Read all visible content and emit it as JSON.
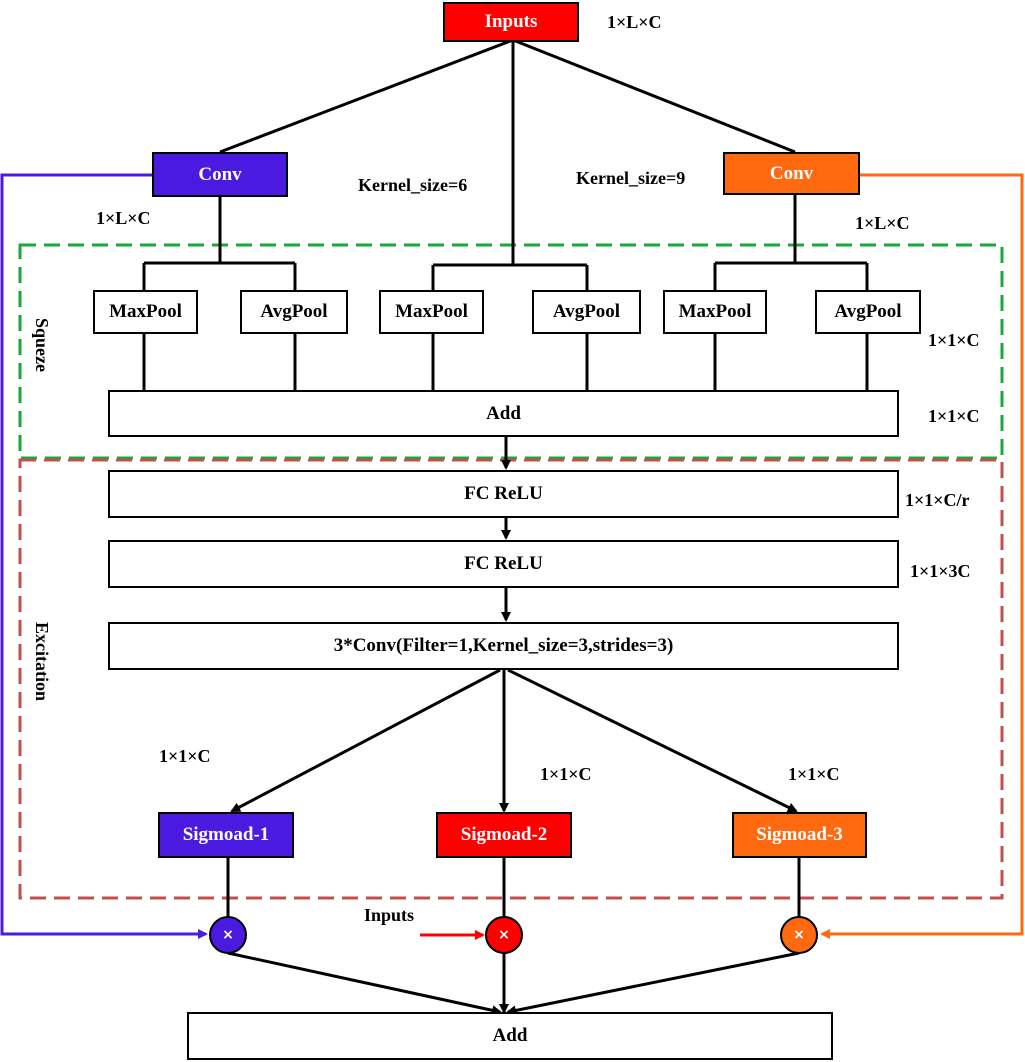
{
  "nodes": {
    "inputs_top": "Inputs",
    "conv_left": "Conv",
    "conv_right": "Conv",
    "maxpool_1": "MaxPool",
    "avgpool_1": "AvgPool",
    "maxpool_2": "MaxPool",
    "avgpool_2": "AvgPool",
    "maxpool_3": "MaxPool",
    "avgpool_3": "AvgPool",
    "add_squeeze": "Add",
    "fc_relu_1": "FC ReLU",
    "fc_relu_2": "FC ReLU",
    "conv3": "3*Conv(Filter=1,Kernel_size=3,strides=3)",
    "sigmoid_1": "Sigmoad-1",
    "sigmoid_2": "Sigmoad-2",
    "sigmoid_3": "Sigmoad-3",
    "add_final": "Add",
    "multiply_symbol": "×"
  },
  "labels": {
    "dim_inputs": "1×L×C",
    "dim_conv_left": "1×L×C",
    "dim_conv_right": "1×L×C",
    "kernel_6": "Kernel_size=6",
    "kernel_9": "Kernel_size=9",
    "dim_pool": "1×1×C",
    "dim_add": "1×1×C",
    "dim_fc1": "1×1×C/r",
    "dim_fc2": "1×1×3C",
    "dim_branch_1": "1×1×C",
    "dim_branch_2": "1×1×C",
    "dim_branch_3": "1×1×C",
    "inputs_side": "Inputs",
    "squeeze": "Squeze",
    "excitation": "Excitation"
  },
  "colors": {
    "red": "#ff0000",
    "purple": "#4b1ae0",
    "orange": "#ff6a10",
    "squeeze_border": "#1aa83a",
    "excitation_border": "#c0504d"
  }
}
